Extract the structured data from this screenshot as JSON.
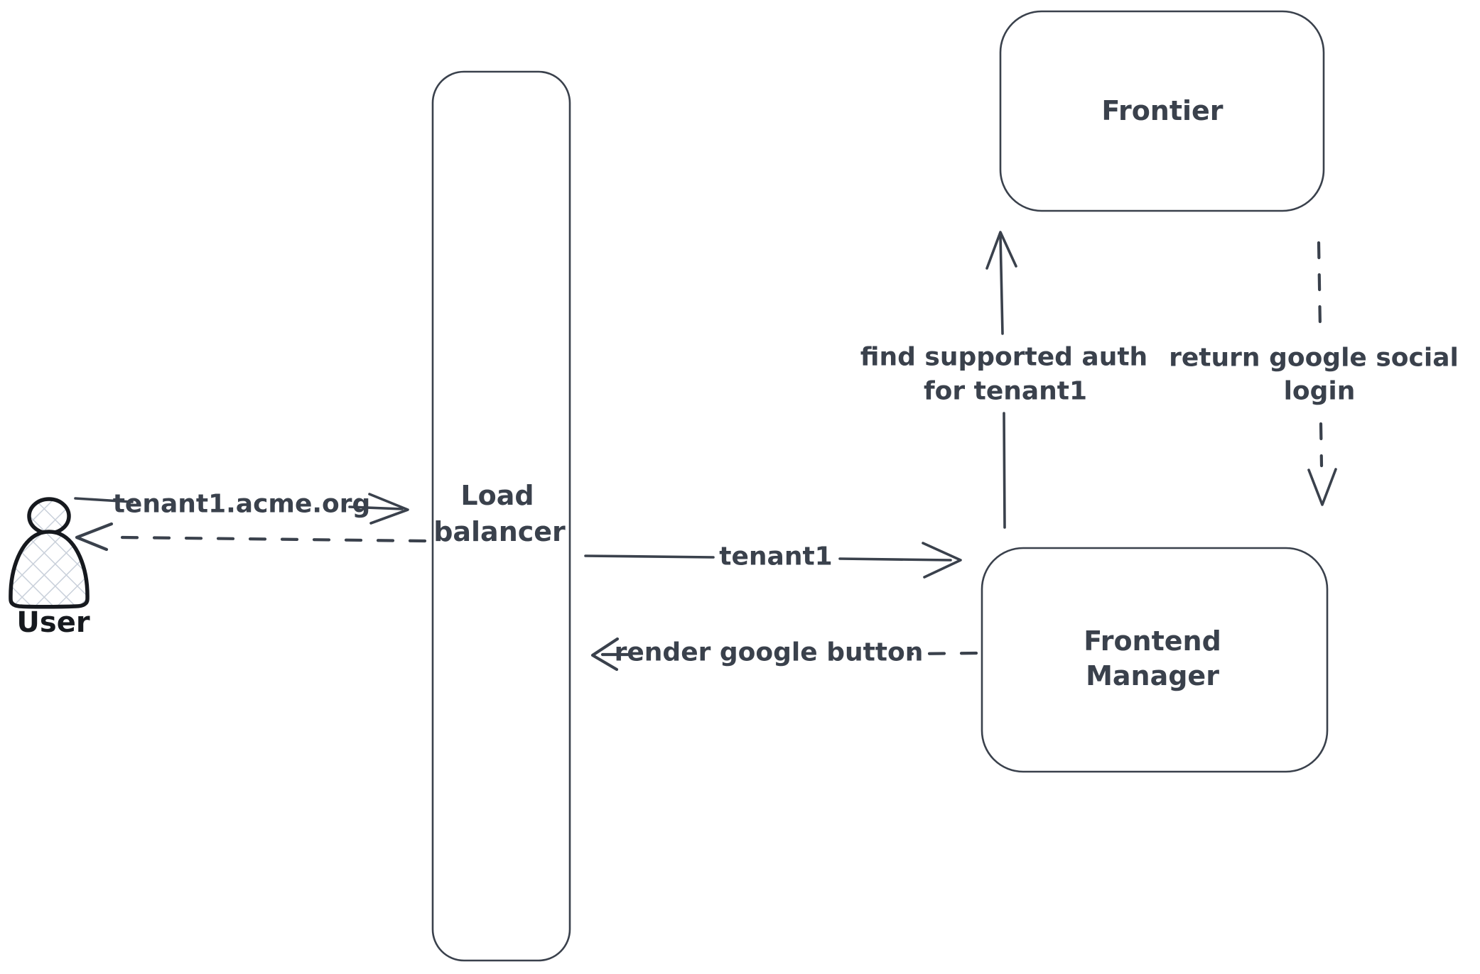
{
  "colors": {
    "background": "#ffffff",
    "stroke": "#3a414c",
    "figure_outline": "#16191e",
    "hatch": "#c9d0da"
  },
  "nodes": {
    "user": {
      "label": "User"
    },
    "load_balancer": {
      "label": "Load balancer",
      "lines": [
        "Load",
        "balancer"
      ]
    },
    "frontier": {
      "label": "Frontier"
    },
    "frontend_manager": {
      "label": "Frontend Manager",
      "lines": [
        "Frontend",
        "Manager"
      ]
    }
  },
  "edges": {
    "user_to_lb": {
      "label": "tenant1.acme.org",
      "style": "solid"
    },
    "lb_to_user": {
      "style": "dashed"
    },
    "lb_to_fm": {
      "label": "tenant1",
      "style": "solid"
    },
    "fm_to_lb": {
      "label": "render google button",
      "style": "dashed"
    },
    "fm_to_frontier": {
      "label": "find supported auth for tenant1",
      "lines": [
        "find supported auth",
        "for tenant1"
      ],
      "style": "solid"
    },
    "frontier_to_fm": {
      "label": "return google social login",
      "lines": [
        "return google social",
        "login"
      ],
      "style": "dashed"
    }
  }
}
